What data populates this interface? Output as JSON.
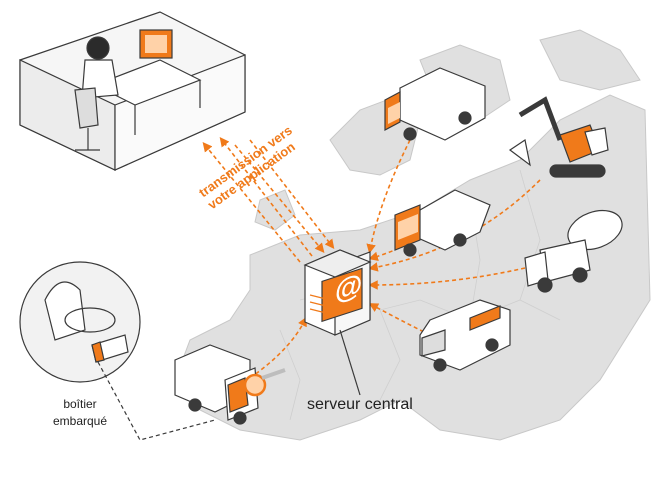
{
  "labels": {
    "transmission": [
      "transmission vers",
      "votre application"
    ],
    "server": "serveur central",
    "onboard_box": [
      "boîtier",
      "embarqué"
    ],
    "email_symbol": "@"
  },
  "colors": {
    "accent": "#f07a1a",
    "map": "#dcdcdc",
    "map_border": "#c4c4c4",
    "outline": "#3a3a3a",
    "link_dash": "#f07a1a"
  },
  "icons": [
    "office-worker",
    "computer",
    "truck",
    "excavator",
    "tipper-truck",
    "cement-mixer",
    "van",
    "server",
    "driver",
    "onboard-box",
    "delivery-truck",
    "gps-sensor"
  ]
}
